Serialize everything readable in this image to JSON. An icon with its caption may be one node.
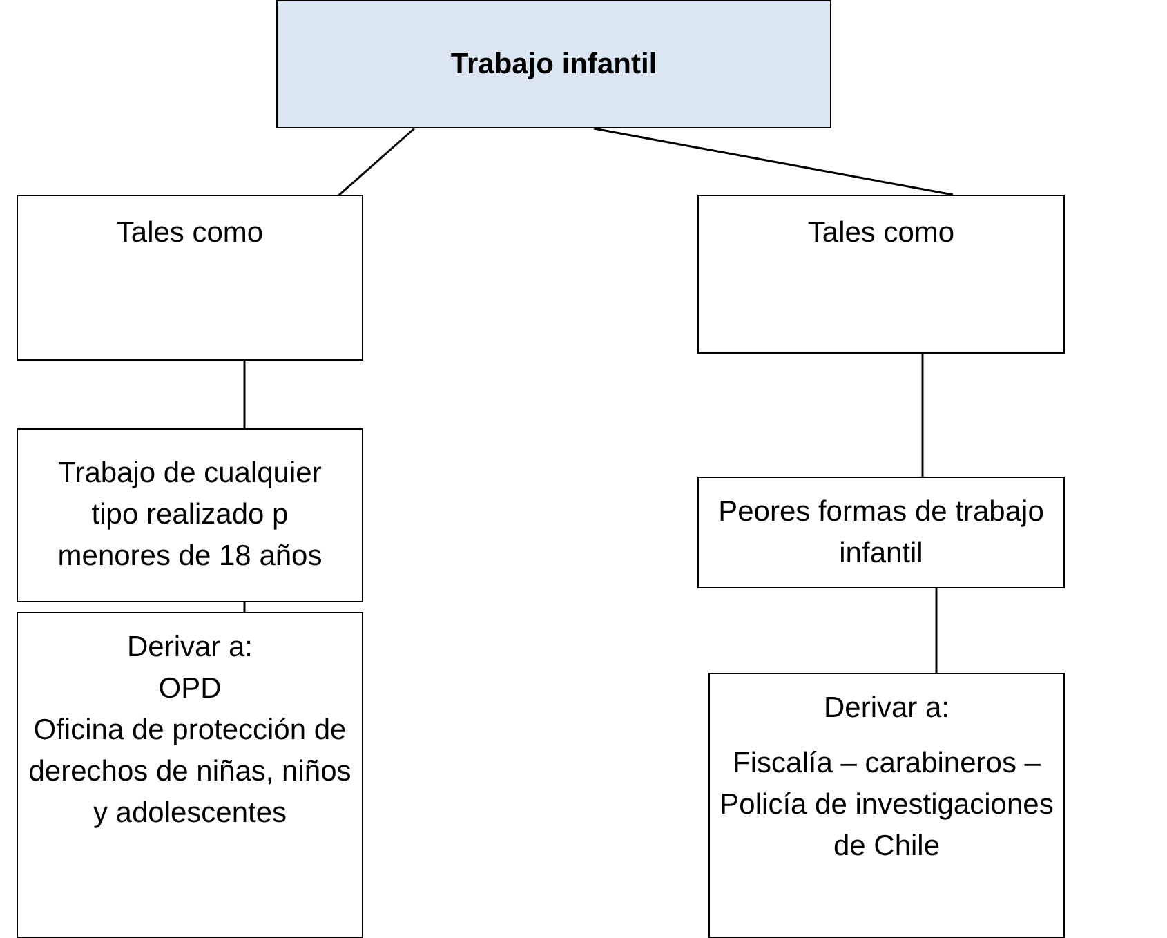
{
  "diagram": {
    "nodes": [
      {
        "text": [
          "Trabajo infantil"
        ]
      },
      {
        "text": [
          "Tales como"
        ]
      },
      {
        "text": [
          "Tales como"
        ]
      },
      {
        "text": [
          "Trabajo de cualquier tipo realizado p menores de 18 años"
        ]
      },
      {
        "text": [
          "Peores formas de trabajo infantil"
        ]
      },
      {
        "text": [
          "Derivar a:",
          "OPD",
          "Oficina de protección de derechos de niñas, niños  y adolescentes"
        ]
      },
      {
        "text": [
          "Derivar a:",
          "Fiscalía – carabineros – Policía de investigaciones de Chile"
        ]
      }
    ],
    "edges": [
      {
        "from": 0,
        "to": 1,
        "arrow": "none"
      },
      {
        "from": 0,
        "to": 2,
        "arrow": "none"
      },
      {
        "from": 1,
        "to": 3,
        "arrow": "none"
      },
      {
        "from": 2,
        "to": 4,
        "arrow": "none"
      },
      {
        "from": 3,
        "to": 5,
        "arrow": "none"
      },
      {
        "from": 4,
        "to": 6,
        "arrow": "none"
      }
    ]
  }
}
